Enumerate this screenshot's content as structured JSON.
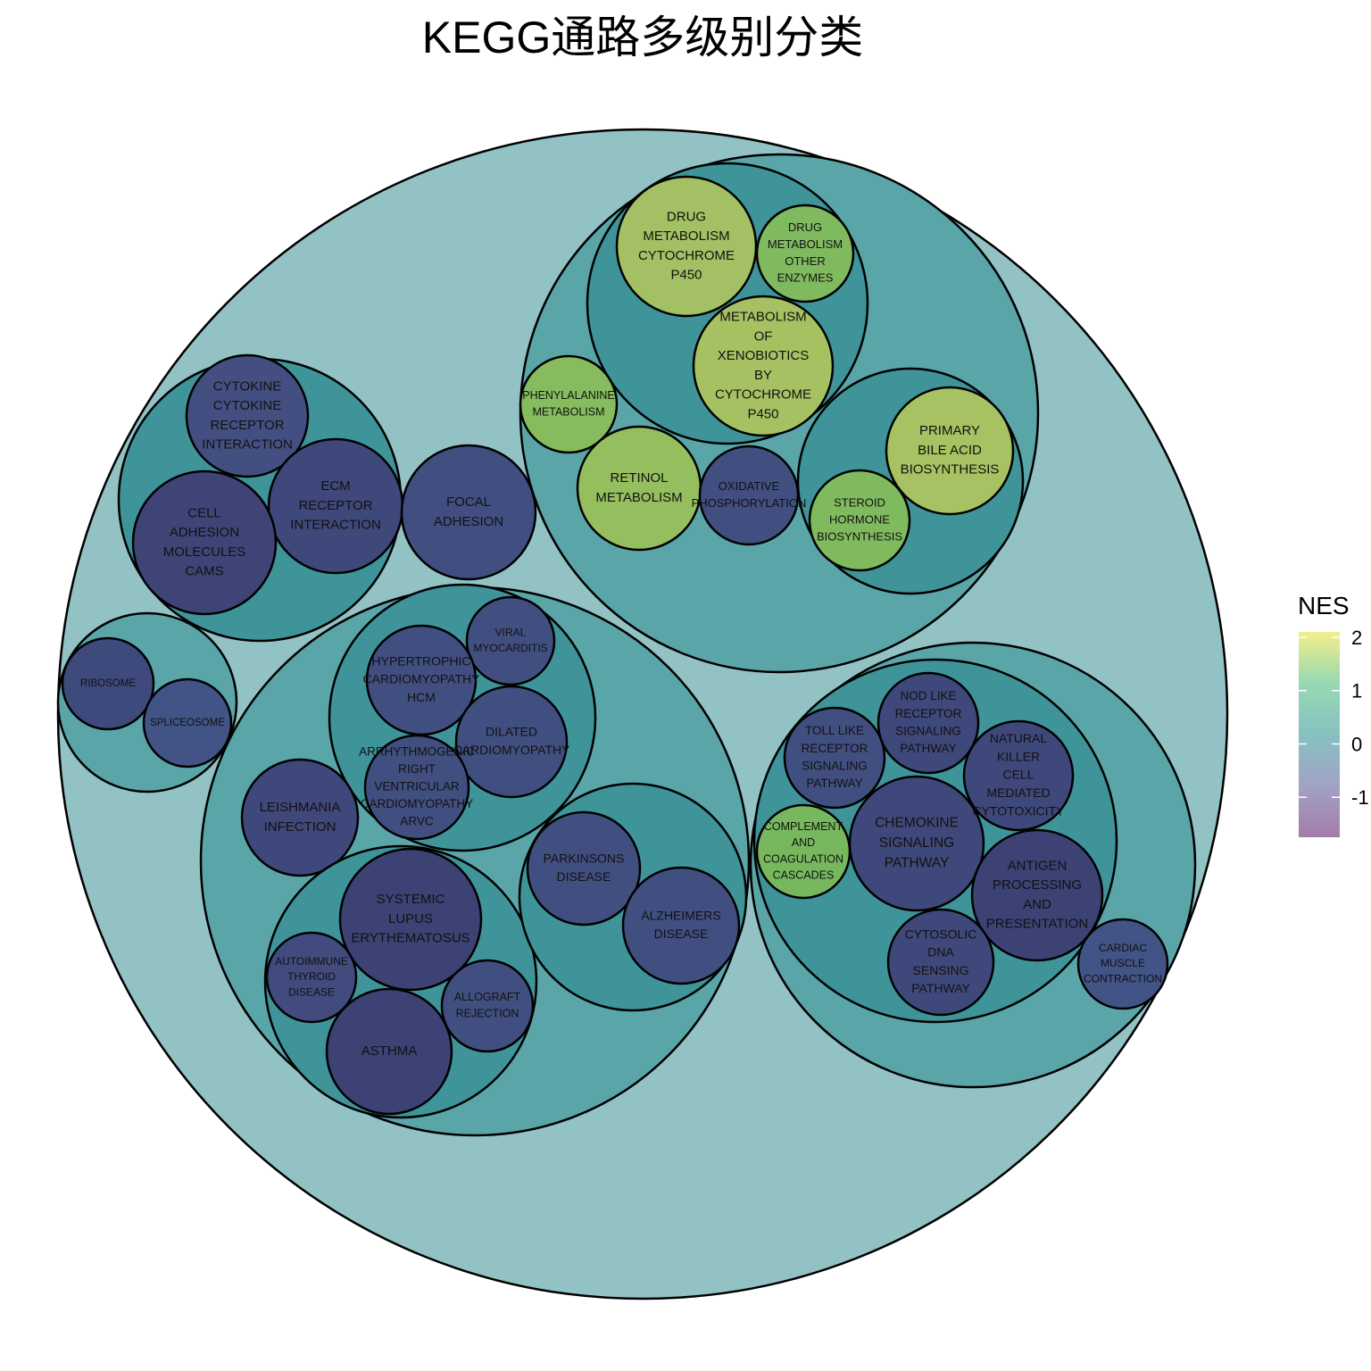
{
  "chart_data": {
    "type": "circle-packing",
    "title": "KEGG通路多级别分类",
    "legend": {
      "title": "NES",
      "ticks": [
        "2",
        "1",
        "0",
        "-1"
      ],
      "range": [
        -1.75,
        2.1
      ],
      "placement": "right",
      "colors": [
        "#a27ca9",
        "#a2a2c6",
        "#87c1c0",
        "#96d9b2",
        "#f4ee8a"
      ]
    },
    "nodes": [
      {
        "id": "root",
        "parent": null,
        "label": [],
        "nes": 0.0,
        "fill": "#93c2c4"
      },
      {
        "id": "metabolism",
        "parent": "root",
        "label": [],
        "nes": -0.3,
        "fill": "#5aa5a8"
      },
      {
        "id": "xeno",
        "parent": "metabolism",
        "label": [],
        "nes": -0.5,
        "fill": "#3e9499"
      },
      {
        "id": "drug_p450",
        "parent": "xeno",
        "label": [
          "DRUG",
          "METABOLISM",
          "CYTOCHROME",
          "P450"
        ],
        "nes": 1.7,
        "fill": "#a3c064"
      },
      {
        "id": "drug_other",
        "parent": "xeno",
        "label": [
          "DRUG",
          "METABOLISM",
          "OTHER",
          "ENZYMES"
        ],
        "nes": 1.5,
        "fill": "#7fba5f"
      },
      {
        "id": "xenobiotics",
        "parent": "xeno",
        "label": [
          "METABOLISM",
          "OF",
          "XENOBIOTICS",
          "BY",
          "CYTOCHROME",
          "P450"
        ],
        "nes": 1.7,
        "fill": "#a6c162"
      },
      {
        "id": "phenylalanine",
        "parent": "metabolism",
        "label": [
          "PHENYLALANINE",
          "METABOLISM"
        ],
        "nes": 1.5,
        "fill": "#86bc5e"
      },
      {
        "id": "retinol",
        "parent": "metabolism",
        "label": [
          "RETINOL",
          "METABOLISM"
        ],
        "nes": 1.6,
        "fill": "#95be5f"
      },
      {
        "id": "oxphos",
        "parent": "metabolism",
        "label": [
          "OXIDATIVE",
          "PHOSPHORYLATION"
        ],
        "nes": -1.5,
        "fill": "#414f80"
      },
      {
        "id": "lipid",
        "parent": "metabolism",
        "label": [],
        "nes": -0.5,
        "fill": "#3e9499"
      },
      {
        "id": "bile",
        "parent": "lipid",
        "label": [
          "PRIMARY",
          "BILE ACID",
          "BIOSYNTHESIS"
        ],
        "nes": 1.7,
        "fill": "#a7c262"
      },
      {
        "id": "steroid",
        "parent": "lipid",
        "label": [
          "STEROID",
          "HORMONE",
          "BIOSYNTHESIS"
        ],
        "nes": 1.5,
        "fill": "#80ba5e"
      },
      {
        "id": "signaling",
        "parent": "root",
        "label": [],
        "nes": -0.5,
        "fill": "#3e9499"
      },
      {
        "id": "cytokine",
        "parent": "signaling",
        "label": [
          "CYTOKINE",
          "CYTOKINE",
          "RECEPTOR",
          "INTERACTION"
        ],
        "nes": -1.5,
        "fill": "#434f80"
      },
      {
        "id": "ecm",
        "parent": "signaling",
        "label": [
          "ECM",
          "RECEPTOR",
          "INTERACTION"
        ],
        "nes": -1.6,
        "fill": "#3f487a"
      },
      {
        "id": "cams",
        "parent": "signaling",
        "label": [
          "CELL",
          "ADHESION",
          "MOLECULES",
          "CAMS"
        ],
        "nes": -1.7,
        "fill": "#3e4576"
      },
      {
        "id": "focal",
        "parent": "root",
        "label": [
          "FOCAL",
          "ADHESION"
        ],
        "nes": -1.5,
        "fill": "#414f80"
      },
      {
        "id": "genetic",
        "parent": "root",
        "label": [],
        "nes": -0.3,
        "fill": "#5aa5a8"
      },
      {
        "id": "ribosome",
        "parent": "genetic",
        "label": [
          "RIBOSOME"
        ],
        "nes": -1.6,
        "fill": "#3e4a7c"
      },
      {
        "id": "spliceosome",
        "parent": "genetic",
        "label": [
          "SPLICEOSOME"
        ],
        "nes": -1.4,
        "fill": "#415485"
      },
      {
        "id": "disease",
        "parent": "root",
        "label": [],
        "nes": -0.3,
        "fill": "#5aa5a8"
      },
      {
        "id": "cardio",
        "parent": "disease",
        "label": [],
        "nes": -0.5,
        "fill": "#3e9499"
      },
      {
        "id": "viral",
        "parent": "cardio",
        "label": [
          "VIRAL",
          "MYOCARDITIS"
        ],
        "nes": -1.5,
        "fill": "#414f80"
      },
      {
        "id": "hcm",
        "parent": "cardio",
        "label": [
          "HYPERTROPHIC",
          "CARDIOMYOPATHY",
          "HCM"
        ],
        "nes": -1.5,
        "fill": "#414f80"
      },
      {
        "id": "dilated",
        "parent": "cardio",
        "label": [
          "DILATED",
          "CARDIOMYOPATHY"
        ],
        "nes": -1.5,
        "fill": "#414f80"
      },
      {
        "id": "arvc",
        "parent": "cardio",
        "label": [
          "ARRHYTHMOGENIC",
          "RIGHT",
          "VENTRICULAR",
          "CARDIOMYOPATHY",
          "ARVC"
        ],
        "nes": -1.5,
        "fill": "#414f80"
      },
      {
        "id": "leishmania",
        "parent": "disease",
        "label": [
          "LEISHMANIA",
          "INFECTION"
        ],
        "nes": -1.6,
        "fill": "#3f487a"
      },
      {
        "id": "autoimmune",
        "parent": "disease",
        "label": [],
        "nes": -0.5,
        "fill": "#3e9499"
      },
      {
        "id": "sle",
        "parent": "autoimmune",
        "label": [
          "SYSTEMIC",
          "LUPUS",
          "ERYTHEMATOSUS"
        ],
        "nes": -1.7,
        "fill": "#3c4274"
      },
      {
        "id": "thyroid",
        "parent": "autoimmune",
        "label": [
          "AUTOIMMUNE",
          "THYROID",
          "DISEASE"
        ],
        "nes": -1.5,
        "fill": "#414b7d"
      },
      {
        "id": "asthma",
        "parent": "autoimmune",
        "label": [
          "ASTHMA"
        ],
        "nes": -1.7,
        "fill": "#3c4274"
      },
      {
        "id": "allograft",
        "parent": "autoimmune",
        "label": [
          "ALLOGRAFT",
          "REJECTION"
        ],
        "nes": -1.5,
        "fill": "#414f80"
      },
      {
        "id": "neuro",
        "parent": "disease",
        "label": [],
        "nes": -0.5,
        "fill": "#3e9499"
      },
      {
        "id": "parkinsons",
        "parent": "neuro",
        "label": [
          "PARKINSONS",
          "DISEASE"
        ],
        "nes": -1.5,
        "fill": "#414f80"
      },
      {
        "id": "alzheimers",
        "parent": "neuro",
        "label": [
          "ALZHEIMERS",
          "DISEASE"
        ],
        "nes": -1.5,
        "fill": "#414f80"
      },
      {
        "id": "organismal",
        "parent": "root",
        "label": [],
        "nes": -0.3,
        "fill": "#5aa5a8"
      },
      {
        "id": "immune",
        "parent": "organismal",
        "label": [],
        "nes": -0.5,
        "fill": "#3e9499"
      },
      {
        "id": "toll",
        "parent": "immune",
        "label": [
          "TOLL LIKE",
          "RECEPTOR",
          "SIGNALING",
          "PATHWAY"
        ],
        "nes": -1.5,
        "fill": "#414f80"
      },
      {
        "id": "nod",
        "parent": "immune",
        "label": [
          "NOD LIKE",
          "RECEPTOR",
          "SIGNALING",
          "PATHWAY"
        ],
        "nes": -1.6,
        "fill": "#3f487a"
      },
      {
        "id": "nk",
        "parent": "immune",
        "label": [
          "NATURAL",
          "KILLER",
          "CELL",
          "MEDIATED",
          "CYTOTOXICITY"
        ],
        "nes": -1.6,
        "fill": "#3f487a"
      },
      {
        "id": "complement",
        "parent": "immune",
        "label": [
          "COMPLEMENT",
          "AND",
          "COAGULATION",
          "CASCADES"
        ],
        "nes": 1.4,
        "fill": "#77b85e"
      },
      {
        "id": "chemokine",
        "parent": "immune",
        "label": [
          "CHEMOKINE",
          "SIGNALING",
          "PATHWAY"
        ],
        "nes": -1.6,
        "fill": "#3f487a"
      },
      {
        "id": "antigen",
        "parent": "immune",
        "label": [
          "ANTIGEN",
          "PROCESSING",
          "AND",
          "PRESENTATION"
        ],
        "nes": -1.7,
        "fill": "#3c4274"
      },
      {
        "id": "cytosolic",
        "parent": "immune",
        "label": [
          "CYTOSOLIC",
          "DNA",
          "SENSING",
          "PATHWAY"
        ],
        "nes": -1.6,
        "fill": "#3f487a"
      },
      {
        "id": "cardiac",
        "parent": "organismal",
        "label": [
          "CARDIAC",
          "MUSCLE",
          "CONTRACTION"
        ],
        "nes": -1.4,
        "fill": "#415485"
      }
    ]
  }
}
